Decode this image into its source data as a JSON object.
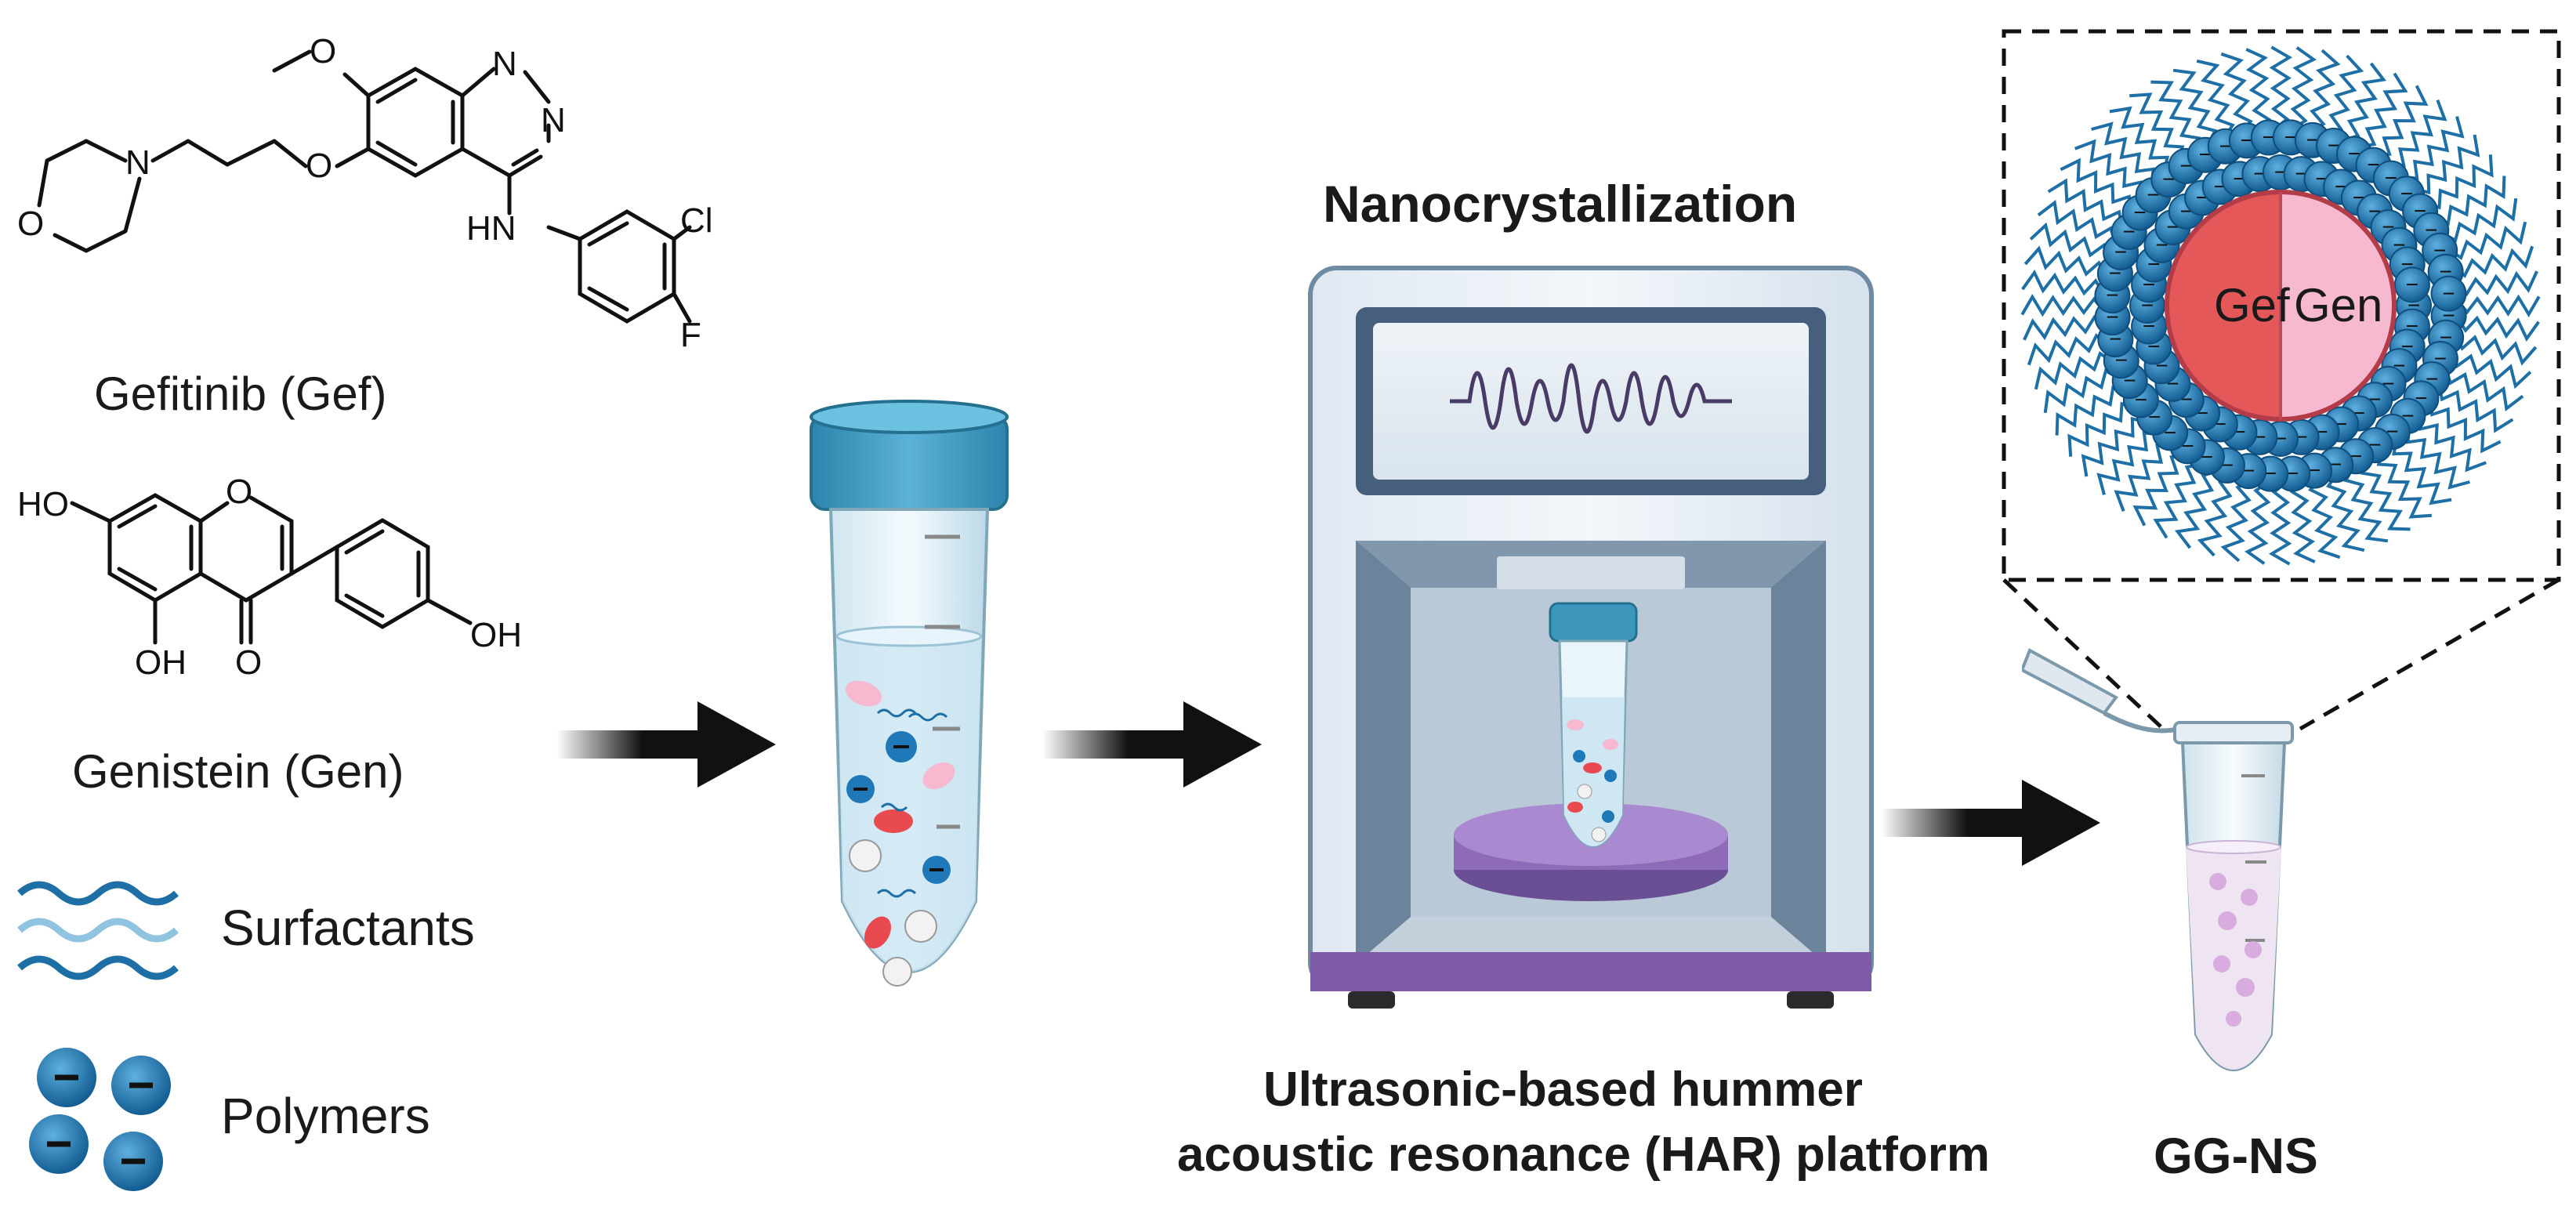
{
  "molecules": {
    "gefitinib": {
      "name": "Gefitinib (Gef)",
      "atoms": {
        "o_methoxy": "O",
        "n1": "N",
        "n2": "N",
        "o_ether": "O",
        "n_morph": "N",
        "o_morph": "O",
        "nh": "HN",
        "cl": "Cl",
        "f": "F"
      }
    },
    "genistein": {
      "name": "Genistein (Gen)",
      "atoms": {
        "ho_left": "HO",
        "o_ring": "O",
        "oh_bottom": "OH",
        "o_keto": "O",
        "oh_right": "OH"
      }
    }
  },
  "legend": {
    "surfactants": "Surfactants",
    "polymers": "Polymers",
    "polymer_charge": "−"
  },
  "device": {
    "title": "Nanocrystallization",
    "caption_line1": "Ultrasonic-based hummer",
    "caption_line2": "acoustic resonance (HAR) platform"
  },
  "nanosuspension": {
    "core_left": "Gef",
    "core_right": "Gen",
    "label": "GG-NS"
  },
  "colors": {
    "surfactant_dark": "#1d6fa5",
    "surfactant_light": "#8fc3e0",
    "polymer_blue": "#1f78b8",
    "gef_red": "#e4585a",
    "gen_pink": "#f6b9cf",
    "device_purple": "#7c5aa6",
    "cap_blue": "#3d97bd"
  },
  "icons": [
    "arrow-right-icon",
    "tube-icon",
    "device-icon",
    "eppendorf-icon",
    "nanoparticle-icon"
  ]
}
